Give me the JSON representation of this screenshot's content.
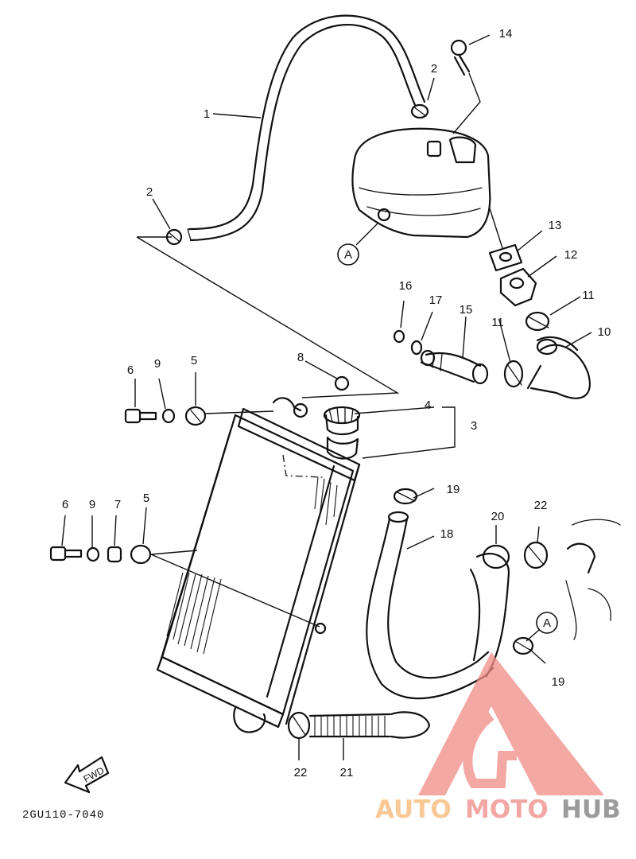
{
  "drawing_code": "2GU110-7040",
  "fwd_label": "FWD",
  "reference_marker": "A",
  "callouts": {
    "c1": "1",
    "c2a": "2",
    "c2b": "2",
    "c3": "3",
    "c4": "4",
    "c5a": "5",
    "c5b": "5",
    "c6a": "6",
    "c6b": "6",
    "c7": "7",
    "c8": "8",
    "c9a": "9",
    "c9b": "9",
    "c10": "10",
    "c11a": "11",
    "c11b": "11",
    "c12": "12",
    "c13": "13",
    "c14": "14",
    "c15": "15",
    "c16": "16",
    "c17": "17",
    "c18": "18",
    "c19a": "19",
    "c19b": "19",
    "c20": "20",
    "c21": "21",
    "c22a": "22",
    "c22b": "22"
  },
  "watermark": {
    "part1": "AUTO",
    "part2": "MOTO",
    "part3": "HUB",
    "colors": {
      "auto": "#f6b773",
      "moto": "#ee8a86",
      "hub": "#7a7a7a",
      "triangle": "#f08c86"
    }
  }
}
